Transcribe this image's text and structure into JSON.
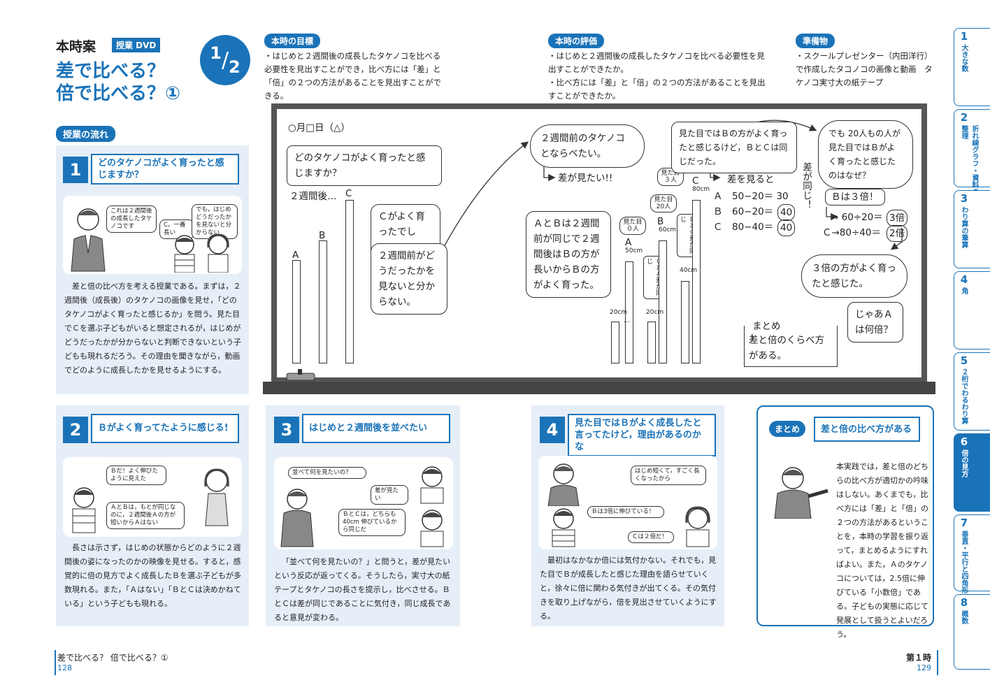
{
  "header": {
    "lesson_label": "本時案",
    "dvd_badge": "授業 DVD",
    "title_line1": "差で比べる？",
    "title_line2": "倍で比べる？①",
    "fraction_num": "1",
    "fraction_den": "2"
  },
  "goals": {
    "label": "本時の目標",
    "text": "・はじめと２週間後の成長したタケノコを比べる必要性を見出すことができ，比べ方には「差」と「倍」の２つの方法があることを見出すことができる。"
  },
  "evaluation": {
    "label": "本時の評価",
    "item1": "・はじめと２週間後の成長したタケノコを比べる必要性を見出すことができたか。",
    "item2": "・比べ方には「差」と「倍」の２つの方法があることを見出すことができたか。"
  },
  "preparation": {
    "label": "準備物",
    "text": "・スクールプレゼンター（内田洋行）で作成したタコノコの画像と動画　タケノコ実寸大の紙テープ"
  },
  "flow_label": "授業の流れ",
  "section1": {
    "num": "1",
    "callout": "どのタケノコがよく育ったと感じますか？",
    "bubble_teacher": "これは２週間後の成長したタケノコです",
    "bubble_child1": "C。一番長い",
    "bubble_child2": "でも，はじめどうだったかを見ないと分からない",
    "body": "差と倍の比べ方を考える授業である。まずは，２週間後（成長後）のタケノコの画像を見せ，「どのタケノコがよく育ったと感じるか」を問う。見た目でＣを選ぶ子どもがいると想定されるが，はじめがどうだったかが分からないと判断できないという子どもも現れるだろう。その理由を聞きながら，動画でどのように成長したかを見せるようにする。"
  },
  "section2": {
    "num": "2",
    "callout": "Ｂがよく育ってたように感じる!",
    "bubble1": "Ｂだ！よく伸びたように見えた",
    "bubble2": "ＡとＢは，もとが同じなのに，２週間後Ａの方が短いからＡはない",
    "body": "長さは示さず，はじめの状態からどのように２週間後の姿になったのかの映像を見せる。すると，感覚的に倍の見方でよく成長したＢを選ぶ子どもが多数現れる。また，「Ａはない」「ＢとＣは決めかねている」という子どもも現れる。"
  },
  "section3": {
    "num": "3",
    "callout": "はじめと２週間後を並べたい",
    "bubble1": "並べて何を見たいの？",
    "bubble2": "差が見たい",
    "bubble3": "ＢとＣは，どちらも40cm 伸びているから同じだ",
    "body": "「並べて何を見たいの？」と問うと，差が見たいという反応が返ってくる。そうしたら，実寸大の紙テープとタケノコの長さを提示し，比べさせる。ＢとＣは差が同じであることに気付き，同じ成長であると意見が変わる。"
  },
  "section4": {
    "num": "4",
    "callout": "見た目ではＢがよく成長したと言ってたけど，理由があるのかな",
    "bubble1": "はじめ短くて，すごく長くなったから",
    "bubble2": "Ｂは3倍に伸びている！",
    "bubble3": "Ｃは２倍だ！",
    "body": "最初はなかなか倍には気付かない。それでも，見た目でＢが成長したと感じた理由を語らせていくと，徐々に倍に関わる気付きが出てくる。その気付きを取り上げながら，倍を見出させていくようにする。"
  },
  "summary": {
    "label": "まとめ",
    "callout": "差と倍の比べ方がある",
    "body": "本実践では，差と倍のどちらの比べ方が適切かの吟味はしない。あくまでも，比べ方には「差」と「倍」の２つの方法があるということを，本時の学習を振り返って，まとめるようにすればよい。また，Ａのタケノコについては，2.5倍に伸びている「小数倍」である。子どもの実態に応じて発展として扱うとよいだろう。"
  },
  "board": {
    "date": "○月□日（△）",
    "question": "どのタケノコがよく育ったと感じますか？",
    "two_weeks": "２週間後…",
    "label_a": "A",
    "label_b": "B",
    "label_c": "C",
    "bubble_c": "Ｃがよく育ったでしょ。",
    "bubble_unknown": "２週間前がどうだったかを見ないと分からない。",
    "cloud_compare": "２週間前のタケノコとならべたい。",
    "want_diff": "差が見たい!!",
    "ab_text": "ＡとＢは２週間前が同じで２週間後はＢの方が長いからＢの方がよく育った。",
    "vote_a": "見た目０人",
    "vote_b": "見た目20人",
    "vote_c": "見た目３人",
    "len_a": "50cm",
    "len_b": "60cm",
    "len_c": "80cm",
    "len_start": "20cm",
    "len_c_start": "40cm",
    "dots": "…",
    "ca_same": "ＣとＡ差が同じ",
    "bc_same": "ＢとＣ差が同じ",
    "look_b": "見た目ではＢの方がよく育ったと感じるけど，ＢとＣは同じだった。",
    "see_diff": "差を見ると",
    "eq_a": "Ａ　50−20＝ 30",
    "eq_b": "Ｂ　60−20＝",
    "eq_b_ans": "40",
    "eq_c": "Ｃ　80−40＝",
    "eq_c_ans": "40",
    "diff_same": "差が同じ！",
    "cloud_why": "でも 20人もの人が見た目ではＢがよく育ったと感じたのはなぜ？",
    "b_three": "Ｂは３倍！",
    "eq_b_times": "→ 60÷20＝",
    "ans_3": "3倍",
    "eq_c_times": "Ｃ→80÷40＝",
    "ans_2": "2倍",
    "cloud_three": "３倍の方がよく育ったと感じた。",
    "then_a": "じゃあＡは何倍？",
    "matome": "まとめ",
    "matome_text": "差と倍のくらべ方がある。"
  },
  "tabs": [
    {
      "num": "1",
      "label": "大きな数"
    },
    {
      "num": "2",
      "label": "折れ線グラフ・資料の整理"
    },
    {
      "num": "3",
      "label": "わり算の筆算"
    },
    {
      "num": "4",
      "label": "角"
    },
    {
      "num": "5",
      "label": "２桁でわるわり算"
    },
    {
      "num": "6",
      "label": "倍の見方"
    },
    {
      "num": "7",
      "label": "垂直・平行と四角形"
    },
    {
      "num": "8",
      "label": "概数"
    }
  ],
  "footer": {
    "title": "差で比べる？ 倍で比べる？①",
    "page_left": "128",
    "lesson": "第１時",
    "page_right": "129"
  },
  "colors": {
    "accent": "#1a73b8",
    "panel": "#e6eef8",
    "board_frame": "#555555"
  }
}
